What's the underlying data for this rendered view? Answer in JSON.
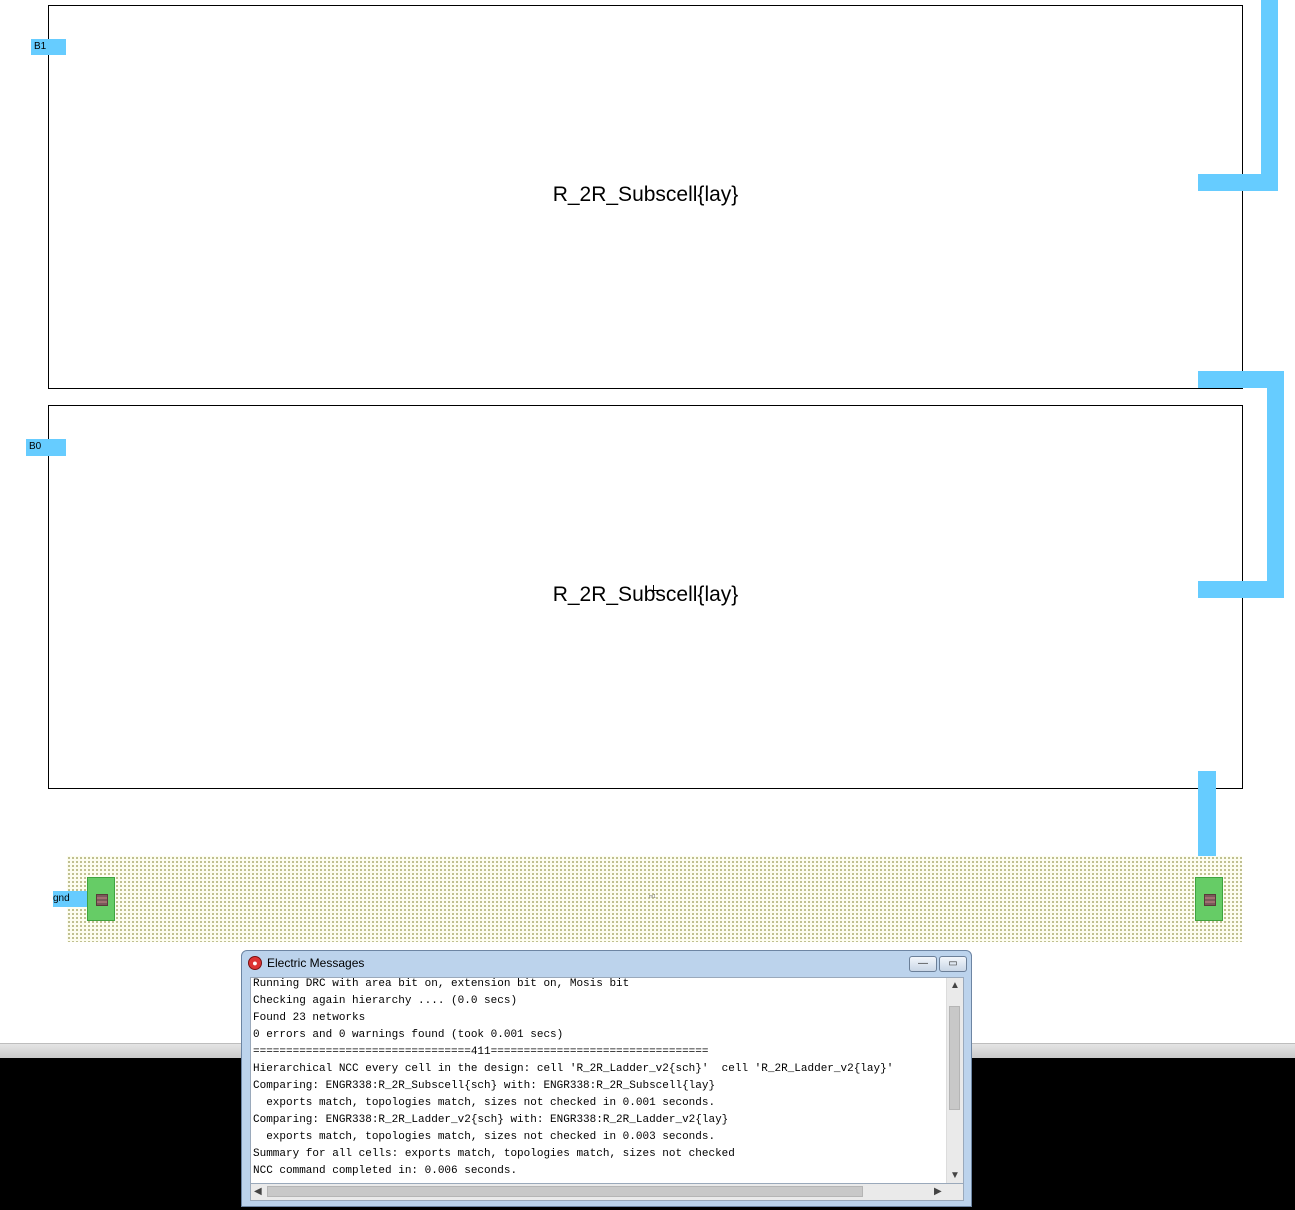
{
  "canvas": {
    "cells": [
      {
        "name": "R_2R_Subscell{lay}"
      },
      {
        "name": "R_2R_Subscell{lay}"
      }
    ],
    "exports": {
      "b1": "B1",
      "b0": "B0",
      "gnd": "gnd"
    },
    "metal_label": "m1",
    "colors": {
      "metal2": "#66ccff",
      "contact": "#66cc66",
      "background": "#ffffff"
    }
  },
  "messages_window": {
    "title": "Electric Messages",
    "minimize_symbol": "—",
    "maximize_symbol": "▭",
    "lines": [
      "Running DRC with area bit on, extension bit on, Mosis bit",
      "Checking again hierarchy .... (0.0 secs)",
      "Found 23 networks",
      "0 errors and 0 warnings found (took 0.001 secs)",
      "=================================411=================================",
      "Hierarchical NCC every cell in the design: cell 'R_2R_Ladder_v2{sch}'  cell 'R_2R_Ladder_v2{lay}'",
      "Comparing: ENGR338:R_2R_Subscell{sch} with: ENGR338:R_2R_Subscell{lay}",
      "  exports match, topologies match, sizes not checked in 0.001 seconds.",
      "Comparing: ENGR338:R_2R_Ladder_v2{sch} with: ENGR338:R_2R_Ladder_v2{lay}",
      "  exports match, topologies match, sizes not checked in 0.003 seconds.",
      "Summary for all cells: exports match, topologies match, sizes not checked",
      "NCC command completed in: 0.006 seconds."
    ]
  }
}
